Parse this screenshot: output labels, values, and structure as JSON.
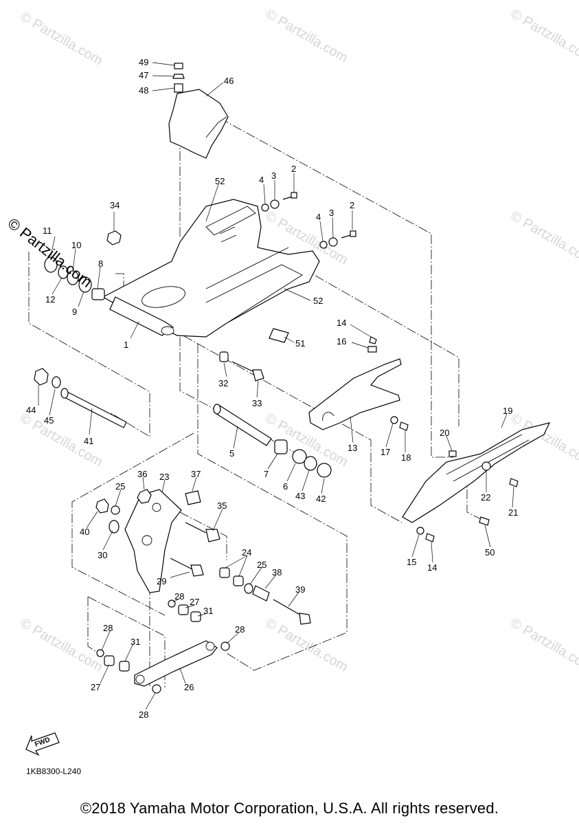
{
  "diagram": {
    "watermark_text": "© Partzilla.com",
    "fwd_label": "FWD",
    "diagram_code": "1KB8300-L240",
    "copyright": "©2018 Yamaha Motor Corporation, U.S.A. All rights reserved.",
    "callouts": {
      "c1": "1",
      "c2a": "2",
      "c2b": "2",
      "c3a": "3",
      "c3b": "3",
      "c4a": "4",
      "c4b": "4",
      "c5": "5",
      "c6": "6",
      "c7": "7",
      "c8": "8",
      "c9": "9",
      "c10": "10",
      "c11": "11",
      "c12": "12",
      "c13": "13",
      "c14a": "14",
      "c14b": "14",
      "c15": "15",
      "c16": "16",
      "c17": "17",
      "c18": "18",
      "c19": "19",
      "c20": "20",
      "c21": "21",
      "c22": "22",
      "c23": "23",
      "c24": "24",
      "c25a": "25",
      "c25b": "25",
      "c26": "26",
      "c27a": "27",
      "c27b": "27",
      "c28a": "28",
      "c28b": "28",
      "c28c": "28",
      "c28d": "28",
      "c29": "29",
      "c30": "30",
      "c31a": "31",
      "c31b": "31",
      "c32": "32",
      "c33": "33",
      "c34": "34",
      "c35": "35",
      "c36": "36",
      "c37": "37",
      "c38": "38",
      "c39": "39",
      "c40": "40",
      "c41": "41",
      "c42": "42",
      "c43": "43",
      "c44": "44",
      "c45": "45",
      "c46": "46",
      "c47": "47",
      "c48": "48",
      "c49": "49",
      "c50": "50",
      "c51": "51",
      "c52a": "52",
      "c52b": "52"
    }
  }
}
